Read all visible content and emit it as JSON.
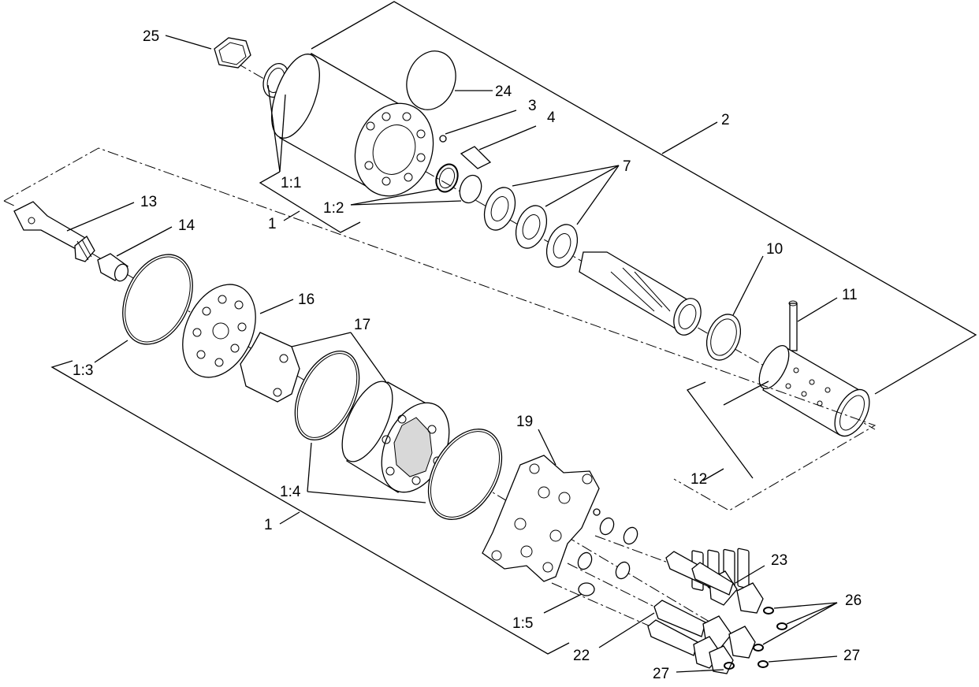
{
  "diagram": {
    "labels": {
      "l25": "25",
      "l24": "24",
      "l3": "3",
      "l4": "4",
      "l2": "2",
      "l7": "7",
      "l11a": "1:1",
      "l12a": "1:2",
      "l1top": "1",
      "l13": "13",
      "l14": "14",
      "l10": "10",
      "l11": "11",
      "l16": "16",
      "l17": "17",
      "l13b": "1:3",
      "l19": "19",
      "l12": "12",
      "l14b": "1:4",
      "l1bot": "1",
      "l23": "23",
      "l26": "26",
      "l15": "1:5",
      "l22": "22",
      "l27a": "27",
      "l27b": "27"
    }
  }
}
